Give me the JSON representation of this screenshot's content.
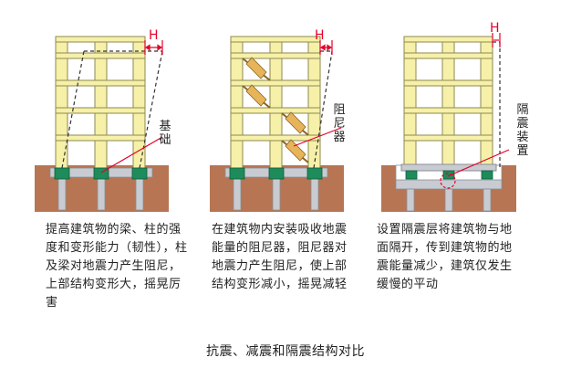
{
  "labels": {
    "displacement": "H",
    "foundation": "基础",
    "damper": "阻尼器",
    "isolator": "隔震装置"
  },
  "captions": {
    "aseismic": "提高建筑物的梁、柱的强度和变形能力（韧性），柱及梁对地震力产生阻尼，上部结构变形大，摇晃厉害",
    "damping": "在建筑物内安装吸收地震能量的阻尼器，阻尼器对地震力产生阻尼，使上部结构变形减小，摇晃减轻",
    "isolation": "设置隔震层将建筑物与地面隔开，传到建筑物的地震能量减少，建筑仅发生缓慢的平动"
  },
  "title": "抗震、减震和隔震结构对比",
  "colors": {
    "frame": "#f6f0a8",
    "frame_stroke": "#8d8a52",
    "soil": "#b77553",
    "foundation": "#1e8c5a",
    "pile": "#c8ccd2",
    "damper": "#e8b45a",
    "accent": "#e4002b"
  }
}
